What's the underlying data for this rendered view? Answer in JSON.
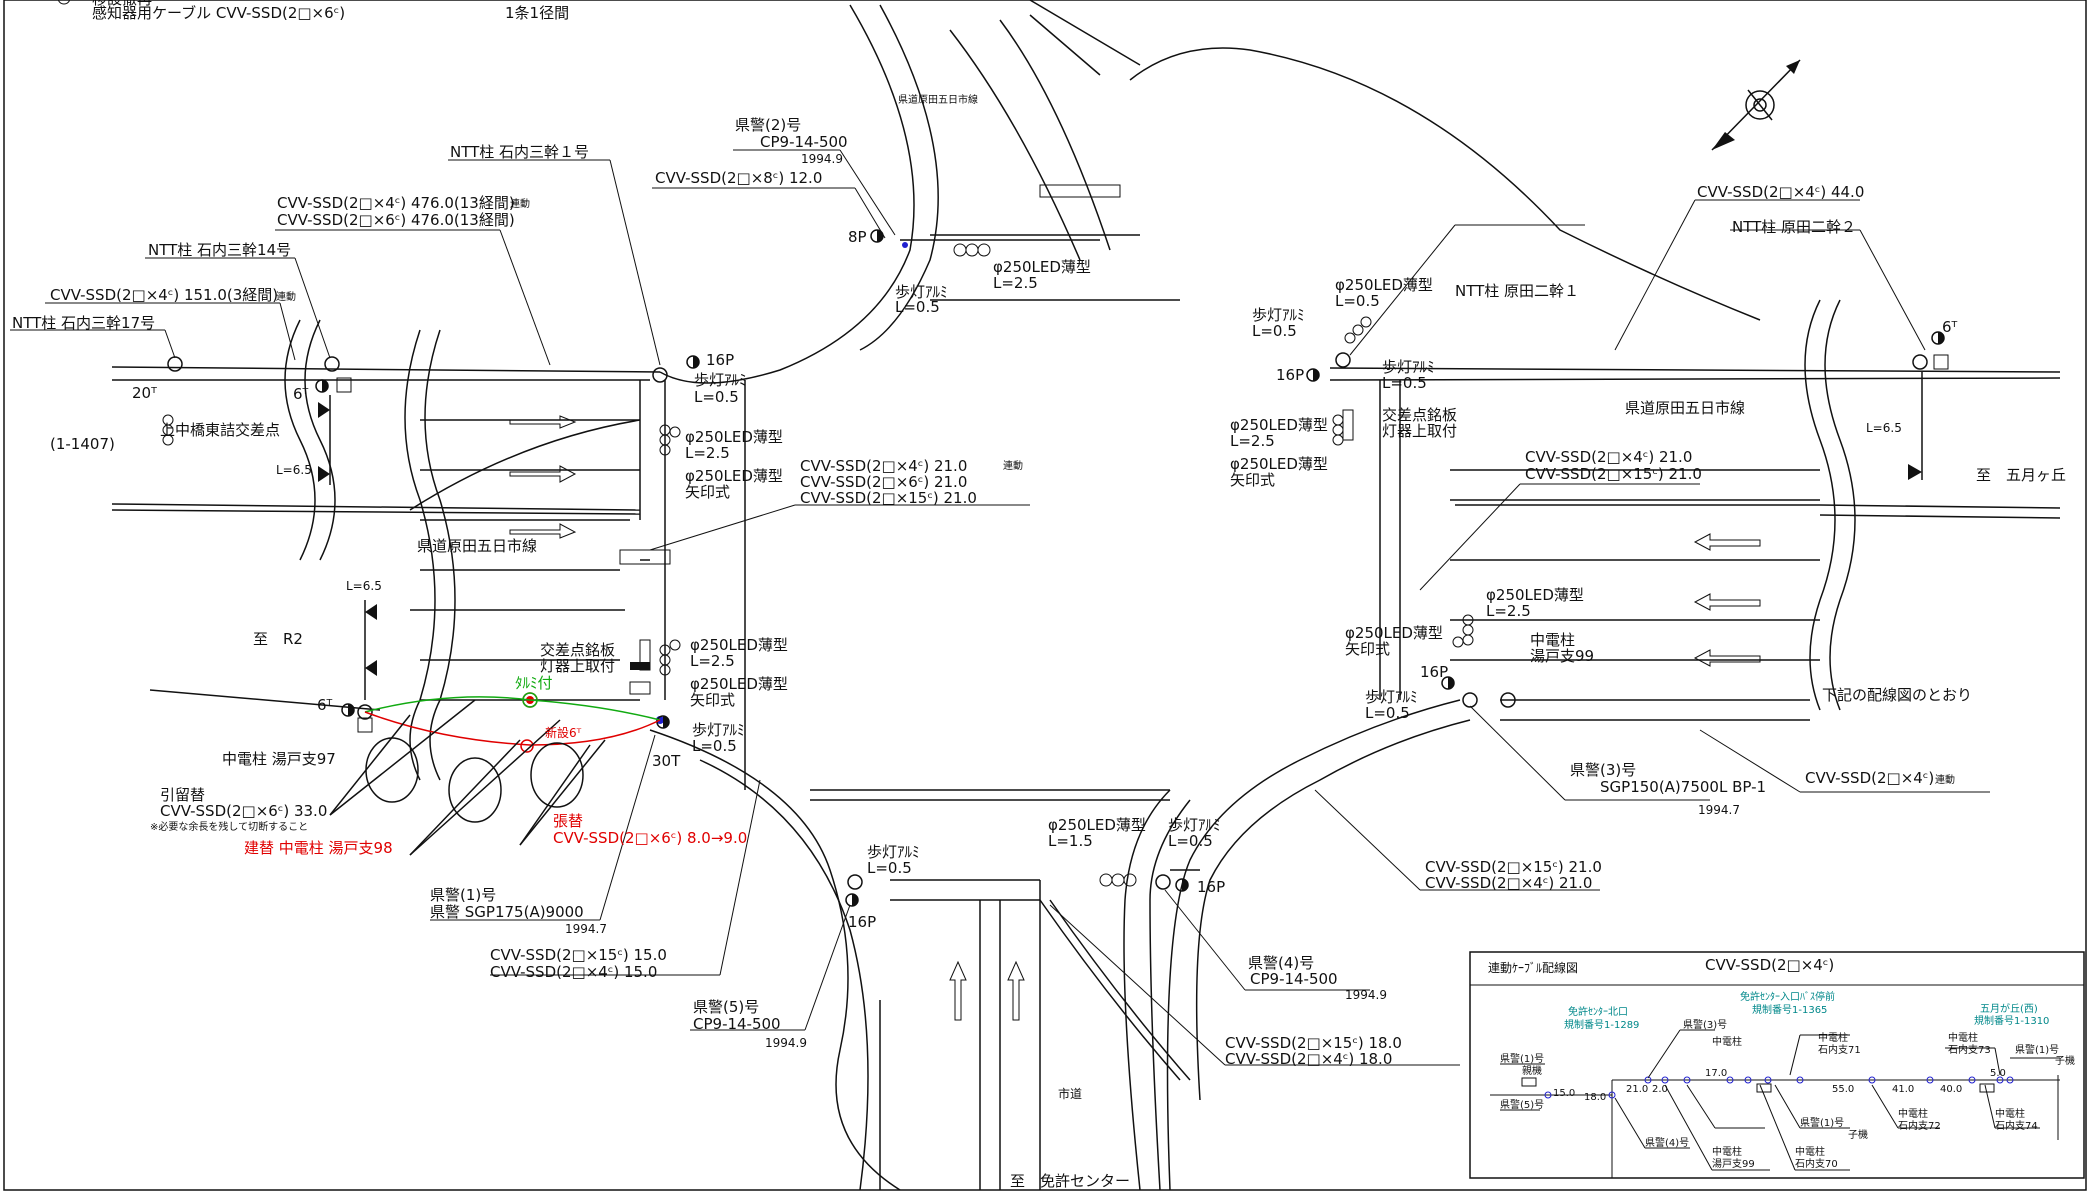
{
  "colors": {
    "line": "#111111",
    "new": "#e00000",
    "existing_bracket": "#11aa11",
    "inset_label": "#00888a",
    "node": "#2020d0"
  },
  "header": {
    "line1": "移設撤再",
    "line2": "感知器用ケーブル CVV-SSD(2□×6ᶜ)",
    "line2_note": "1条1径間"
  },
  "directions": {
    "to_r2": "至　R2",
    "to_satsukigaoka": "至　五月ヶ丘",
    "to_license_center": "至　免許センター"
  },
  "roads": {
    "west": "県道原田五日市線",
    "east": "県道原田五日市線",
    "north": "県道原田五日市線",
    "south": "市道"
  },
  "poles": {
    "ntt17": "NTT柱 石内三幹17号",
    "ntt14": "NTT柱 石内三幹14号",
    "ntt1": "NTT柱 石内三幹１号",
    "ntt_harada1": "NTT柱 原田二幹１",
    "ntt_harada2": "NTT柱 原田二幹２",
    "chuden97": "中電柱 湯戸支97",
    "chuden99_a": "中電柱",
    "chuden99_b": "湯戸支99",
    "kamichu_a": "上中橋東詰交差点",
    "kamichu_b": "(1-1407)"
  },
  "signals": {
    "k1_title": "県警(1)号",
    "k1_spec": "県警 SGP175(A)9000",
    "k1_date": "1994.7",
    "k2_title": "県警(2)号",
    "k2_spec": "CP9-14-500",
    "k2_date": "1994.9",
    "k3_title": "県警(3)号",
    "k3_spec": "SGP150(A)7500L BP-1",
    "k3_date": "1994.7",
    "k4_title": "県警(4)号",
    "k4_spec": "CP9-14-500",
    "k4_date": "1994.9",
    "k5_title": "県警(5)号",
    "k5_spec": "CP9-14-500",
    "k5_date": "1994.9"
  },
  "lamps": {
    "led": "φ250LED薄型",
    "led_arrow": "矢印式",
    "ped": "歩灯ｱﾙﾐ",
    "l25": "L=2.5",
    "l05": "L=0.5",
    "l15": "L=1.5",
    "l65": "L=6.5",
    "nameplate_a": "交差点銘板",
    "nameplate_b": "灯器上取付"
  },
  "markers": {
    "p16": "16P",
    "p8": "8P",
    "t20": "20ᵀ",
    "t6": "6ᵀ",
    "t30": "30T"
  },
  "cables": {
    "c151": "CVV-SSD(2□×4ᶜ) 151.0(3経間)",
    "c476a": "CVV-SSD(2□×4ᶜ) 476.0(13経間)",
    "c476b": "CVV-SSD(2□×6ᶜ) 476.0(13経間)",
    "c12": "CVV-SSD(2□×8ᶜ) 12.0",
    "c21a": "CVV-SSD(2□×4ᶜ) 21.0",
    "c21b": "CVV-SSD(2□×6ᶜ) 21.0",
    "c21c": "CVV-SSD(2□×15ᶜ) 21.0",
    "c44": "CVV-SSD(2□×4ᶜ) 44.0",
    "e21a": "CVV-SSD(2□×4ᶜ) 21.0",
    "e21b": "CVV-SSD(2□×15ᶜ) 21.0",
    "se_label": "CVV-SSD(2□×4ᶜ)",
    "s21a": "CVV-SSD(2□×15ᶜ) 21.0",
    "s21b": "CVV-SSD(2□×4ᶜ) 21.0",
    "s18a": "CVV-SSD(2□×15ᶜ) 18.0",
    "s18b": "CVV-SSD(2□×4ᶜ) 18.0",
    "w15a": "CVV-SSD(2□×15ᶜ) 15.0",
    "w15b": "CVV-SSD(2□×4ᶜ) 15.0",
    "renraku": "連動"
  },
  "notes": {
    "haiisen": "下記の配線図のとおり",
    "hikidome": "引留替",
    "hikidome_cable": "CVV-SSD(2□×6ᶜ) 33.0",
    "hikidome_note": "※必要な余長を残して切断すること",
    "rebuild": "建替 中電柱 湯戸支98",
    "restring": "張替",
    "restring_cable": "CVV-SSD(2□×6ᶜ) 8.0→9.0",
    "with_bracket": "ﾀﾙﾐ付",
    "new_pole": "新設6ᵀ"
  },
  "inset": {
    "title": "連動ｹｰﾌﾞﾙ配線図",
    "cable": "CVV-SSD(2□×4ᶜ)",
    "g1_a": "免許ｾﾝﾀｰ北口",
    "g1_b": "規制番号1-1289",
    "g2_a": "免許ｾﾝﾀｰ入口ﾊﾞｽ停前",
    "g2_b": "規制番号1-1365",
    "g3_a": "五月が丘(西)",
    "g3_b": "規制番号1-1310",
    "k1": "県警(1)号",
    "k3": "県警(3)号",
    "k4": "県警(4)号",
    "k5": "県警(5)号",
    "k1b": "県警(1)号",
    "k1c": "県警(1)号",
    "chuden": "中電柱",
    "ishiuchi71": "石内支71",
    "ishiuchi72": "石内支72",
    "ishiuchi73": "石内支73",
    "ishiuchi74": "石内支74",
    "ishiuchi70": "石内支70",
    "yudo99": "湯戸支99",
    "d150": "15.0",
    "d180": "18.0",
    "d210": "21.0",
    "d20": "2.0",
    "d170": "17.0",
    "d550": "55.0",
    "d410": "41.0",
    "d400": "40.0",
    "d50": "5.0",
    "kogata": "子機",
    "oyaki": "親機"
  }
}
